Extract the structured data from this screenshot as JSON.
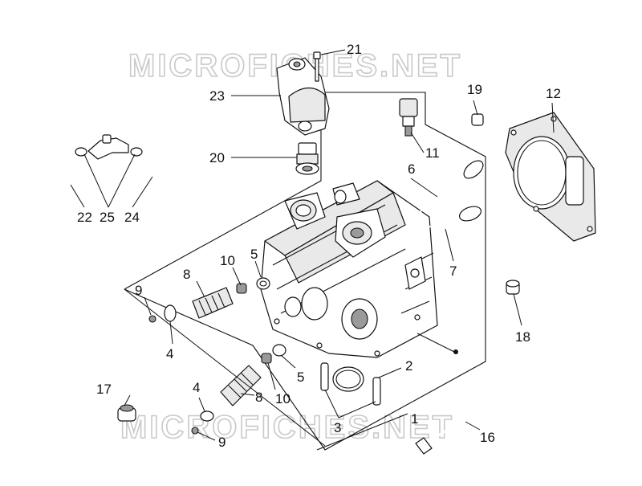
{
  "watermark": {
    "top": "MICROFICHES.NET",
    "bottom": "MICROFICHES.NET"
  },
  "callouts": [
    {
      "id": "c1",
      "text": "1"
    },
    {
      "id": "c2",
      "text": "2"
    },
    {
      "id": "c3",
      "text": "3"
    },
    {
      "id": "c4a",
      "text": "4"
    },
    {
      "id": "c4b",
      "text": "4"
    },
    {
      "id": "c5a",
      "text": "5"
    },
    {
      "id": "c5b",
      "text": "5"
    },
    {
      "id": "c6",
      "text": "6"
    },
    {
      "id": "c7",
      "text": "7"
    },
    {
      "id": "c8a",
      "text": "8"
    },
    {
      "id": "c8b",
      "text": "8"
    },
    {
      "id": "c9a",
      "text": "9"
    },
    {
      "id": "c9b",
      "text": "9"
    },
    {
      "id": "c10a",
      "text": "10"
    },
    {
      "id": "c10b",
      "text": "10"
    },
    {
      "id": "c11",
      "text": "11"
    },
    {
      "id": "c12",
      "text": "12"
    },
    {
      "id": "c16",
      "text": "16"
    },
    {
      "id": "c17",
      "text": "17"
    },
    {
      "id": "c18",
      "text": "18"
    },
    {
      "id": "c19",
      "text": "19"
    },
    {
      "id": "c20",
      "text": "20"
    },
    {
      "id": "c21",
      "text": "21"
    },
    {
      "id": "c22",
      "text": "22"
    },
    {
      "id": "c23",
      "text": "23"
    },
    {
      "id": "c24",
      "text": "24"
    },
    {
      "id": "c25",
      "text": "25"
    }
  ]
}
